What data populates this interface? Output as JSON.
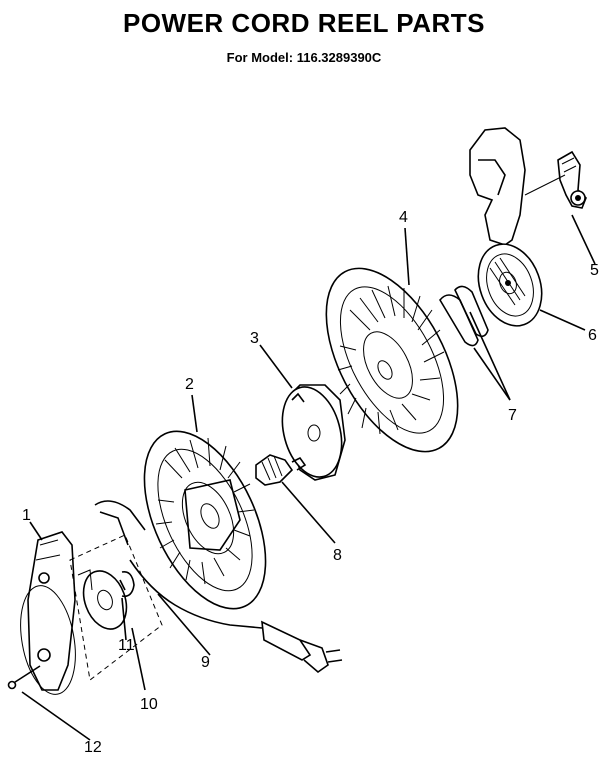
{
  "header": {
    "title": "POWER CORD REEL PARTS",
    "subtitle": "For Model: 116.3289390C"
  },
  "callouts": {
    "c1": "1",
    "c2": "2",
    "c3": "3",
    "c4": "4",
    "c5": "5",
    "c6": "6",
    "c7": "7",
    "c8": "8",
    "c9": "9",
    "c10": "10",
    "c11": "11",
    "c12": "12"
  }
}
